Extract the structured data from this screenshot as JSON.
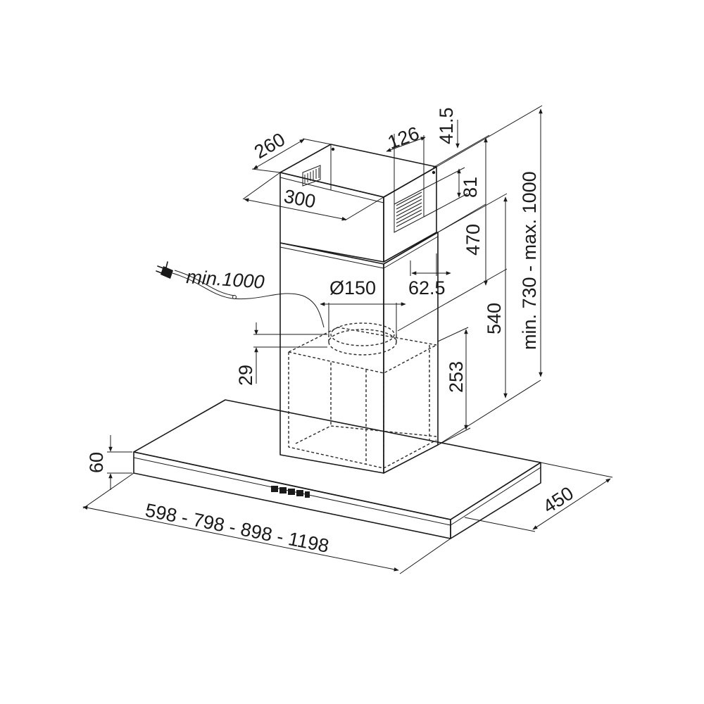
{
  "dimensions": {
    "chimney_depth": "260",
    "chimney_width": "300",
    "vent_offset": "126",
    "top_offset": "41.5",
    "vent_height": "81",
    "upper_chimney": "470",
    "outlet_offset": "62.5",
    "duct_diameter": "Ø150",
    "cable_length": "min.1000",
    "collar_height": "29",
    "motor_height": "253",
    "lower_chimney": "540",
    "total_height": "min. 730 - max. 1000",
    "canopy_height": "60",
    "canopy_widths": "598 - 798 - 898 - 1198",
    "canopy_depth": "450"
  }
}
